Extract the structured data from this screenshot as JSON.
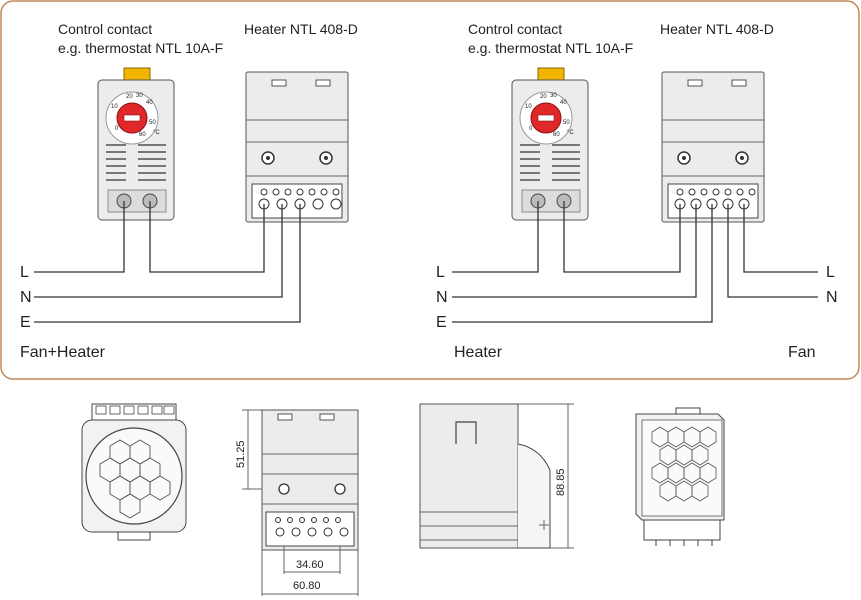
{
  "wiring": {
    "left_panel": {
      "control_contact_line1": "Control contact",
      "control_contact_line2": "e.g. thermostat NTL 10A-F",
      "heater_label": "Heater NTL 408-D",
      "wire_L": "L",
      "wire_N": "N",
      "wire_E": "E",
      "caption": "Fan+Heater"
    },
    "right_panel": {
      "control_contact_line1": "Control contact",
      "control_contact_line2": "e.g. thermostat NTL 10A-F",
      "heater_label": "Heater NTL 408-D",
      "wire_L": "L",
      "wire_N": "N",
      "wire_E": "E",
      "fan_wire_L": "L",
      "fan_wire_N": "N",
      "caption_heater": "Heater",
      "caption_fan": "Fan"
    },
    "thermostat_dial": {
      "scale": [
        "20",
        "30",
        "40",
        "10",
        "50",
        "0",
        "60"
      ],
      "unit": "°C"
    }
  },
  "dimensions": {
    "height_top": "51.25",
    "height_total": "88.85",
    "terminal_spacing": "34.60",
    "width": "60.80"
  },
  "colors": {
    "frame": "#c0895a",
    "dial": "#e0282a",
    "knob": "#f1b400",
    "body": "#ececec"
  }
}
